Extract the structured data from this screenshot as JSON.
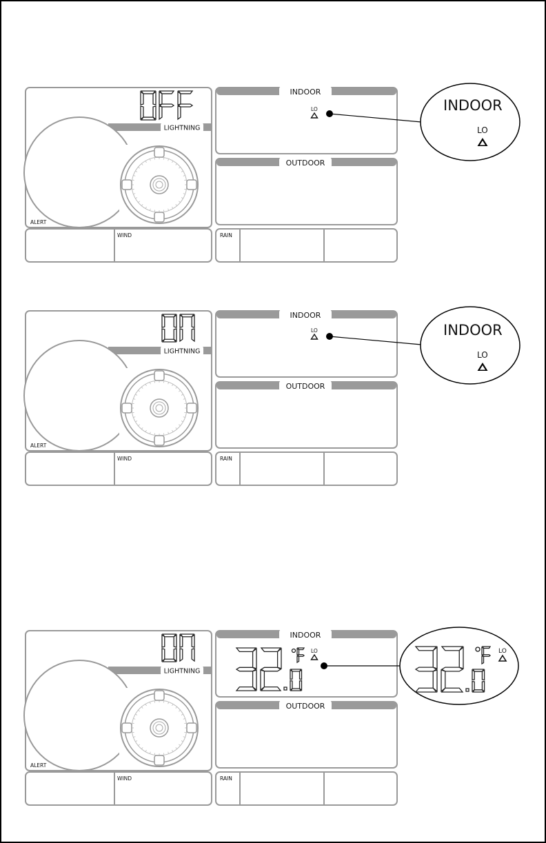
{
  "figures": [
    {
      "id": "fig1",
      "lightning_display": "OFF",
      "lightning_label": "LIGHTNING",
      "alert_label": "ALERT",
      "wind_label": "WIND",
      "rain_label": "RAIN",
      "indoor_header": "INDOOR",
      "outdoor_header": "OUTDOOR",
      "lo_label": "LO",
      "indoor_temperature": "",
      "zoom": {
        "title": "INDOOR",
        "lo": "LO"
      }
    },
    {
      "id": "fig2",
      "lightning_display": "ON",
      "lightning_label": "LIGHTNING",
      "alert_label": "ALERT",
      "wind_label": "WIND",
      "rain_label": "RAIN",
      "indoor_header": "INDOOR",
      "outdoor_header": "OUTDOOR",
      "lo_label": "LO",
      "indoor_temperature": "",
      "zoom": {
        "title": "INDOOR",
        "lo": "LO"
      }
    },
    {
      "id": "fig3",
      "lightning_display": "ON",
      "lightning_label": "LIGHTNING",
      "alert_label": "ALERT",
      "wind_label": "WIND",
      "rain_label": "RAIN",
      "indoor_header": "INDOOR",
      "outdoor_header": "OUTDOOR",
      "lo_label": "LO",
      "indoor_temperature": "32.0",
      "temperature_unit": "°F",
      "zoom": {
        "temperature": "32.0",
        "unit": "°F",
        "lo": "LO"
      }
    }
  ],
  "colors": {
    "panel_border": "#999999",
    "header_bar": "#9a9a9a",
    "ink": "#000000"
  }
}
